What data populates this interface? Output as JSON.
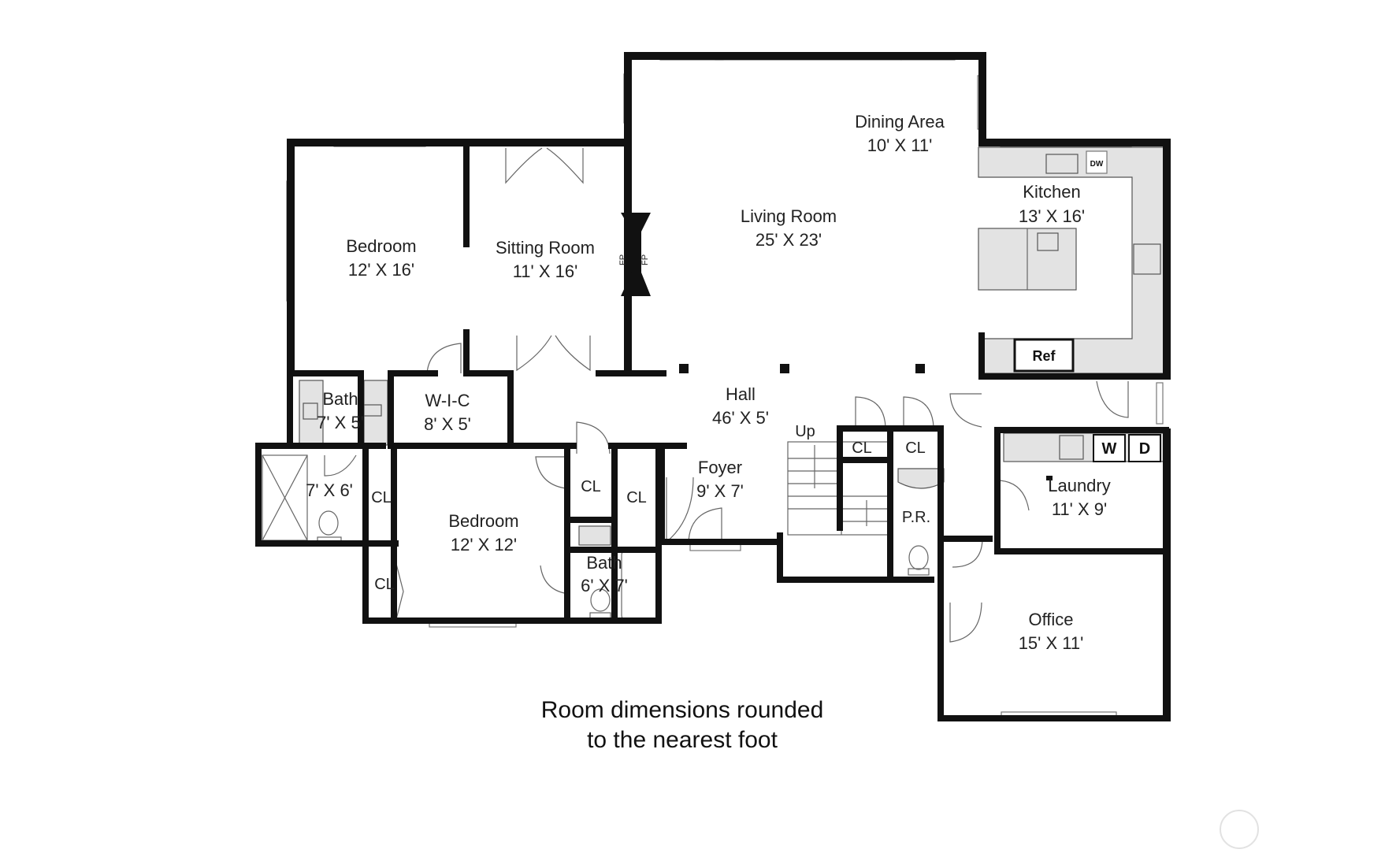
{
  "rooms": [
    {
      "key": "dining",
      "name": "Dining Area",
      "dims": "10' X 11'"
    },
    {
      "key": "living",
      "name": "Living Room",
      "dims": "25' X 23'"
    },
    {
      "key": "kitchen",
      "name": "Kitchen",
      "dims": "13' X 16'"
    },
    {
      "key": "bedroom1",
      "name": "Bedroom",
      "dims": "12' X 16'"
    },
    {
      "key": "sitting",
      "name": "Sitting Room",
      "dims": "11' X 16'"
    },
    {
      "key": "bath1",
      "name": "Bath",
      "dims": "7' X 5'"
    },
    {
      "key": "wic",
      "name": "W-I-C",
      "dims": "8' X 5'"
    },
    {
      "key": "hall",
      "name": "Hall",
      "dims": "46' X 5'"
    },
    {
      "key": "foyer",
      "name": "Foyer",
      "dims": "9' X 7'"
    },
    {
      "key": "bedroom2",
      "name": "Bedroom",
      "dims": "12' X 12'"
    },
    {
      "key": "bath2",
      "name": "Bath",
      "dims": "6' X 7'"
    },
    {
      "key": "laundry",
      "name": "Laundry",
      "dims": "11' X 9'"
    },
    {
      "key": "office",
      "name": "Office",
      "dims": "15' X 11'"
    }
  ],
  "extra_labels": {
    "shower_bath": "7' X 6'",
    "closet": "CL",
    "powder_room": "P.R.",
    "stairs_up": "Up",
    "fireplace": "FP",
    "dishwasher": "DW",
    "refrigerator": "Ref",
    "washer": "W",
    "dryer": "D"
  },
  "note": {
    "line1": "Room dimensions rounded",
    "line2": "to the nearest foot"
  }
}
